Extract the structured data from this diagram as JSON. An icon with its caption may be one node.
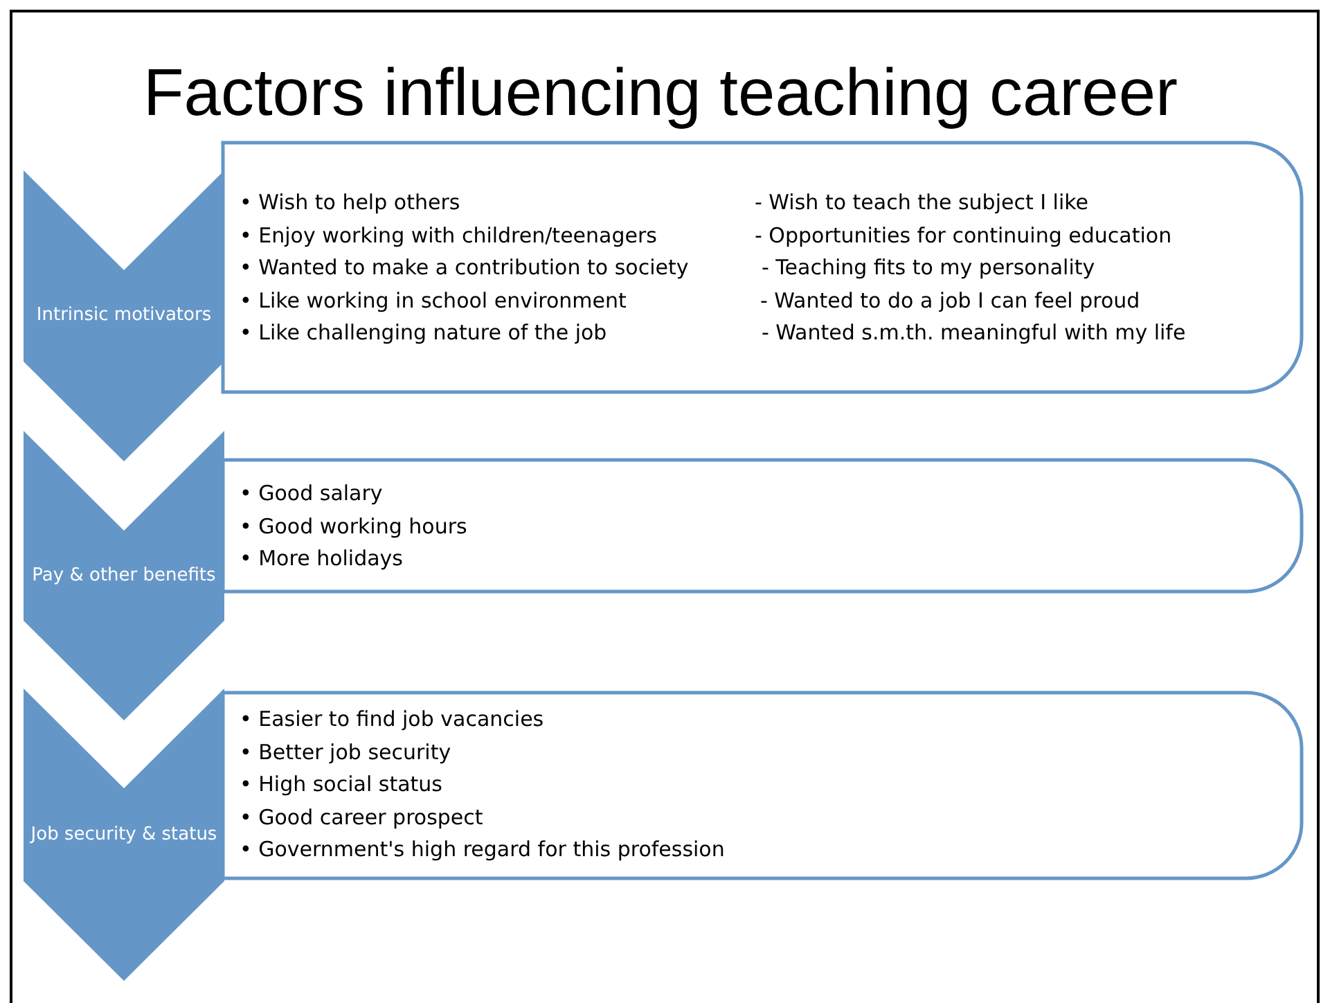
{
  "diagram": {
    "title": "Factors influencing teaching career",
    "nodes": [
      {
        "text": [
          "Intrinsic motivators"
        ]
      },
      {
        "text": [
          "• Wish to help others",
          "• Enjoy working with children/teenagers",
          "• Wanted to make a contribution to society",
          "• Like working in school environment",
          "• Like challenging nature of the job",
          "- Wish to teach the subject I like",
          "- Opportunities for continuing education",
          "- Teaching fits to my personality",
          "- Wanted to do a job I can feel proud",
          "- Wanted s.m.th. meaningful with my life"
        ]
      },
      {
        "text": [
          "Pay & other benefits"
        ]
      },
      {
        "text": [
          "• Good salary",
          "• Good working hours",
          "• More holidays"
        ]
      },
      {
        "text": [
          "Job security & status"
        ]
      },
      {
        "text": [
          "• Easier to find job vacancies",
          "• Better job security",
          "• High social status",
          "• Good career prospect",
          "• Government's high regard for this profession"
        ]
      }
    ]
  }
}
